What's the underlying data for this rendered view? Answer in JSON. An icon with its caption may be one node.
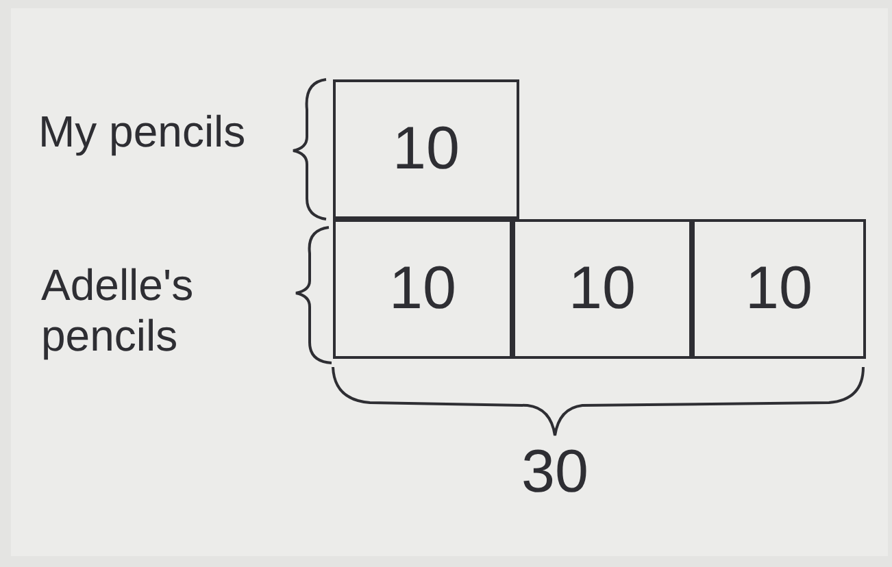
{
  "diagram": {
    "nodes": [
      {
        "text": [
          "10"
        ]
      },
      {
        "text": [
          "10"
        ]
      },
      {
        "text": [
          "10"
        ]
      },
      {
        "text": [
          "10"
        ]
      }
    ],
    "labels": [
      "My pencils",
      "Adelle's pencils",
      "30"
    ]
  }
}
